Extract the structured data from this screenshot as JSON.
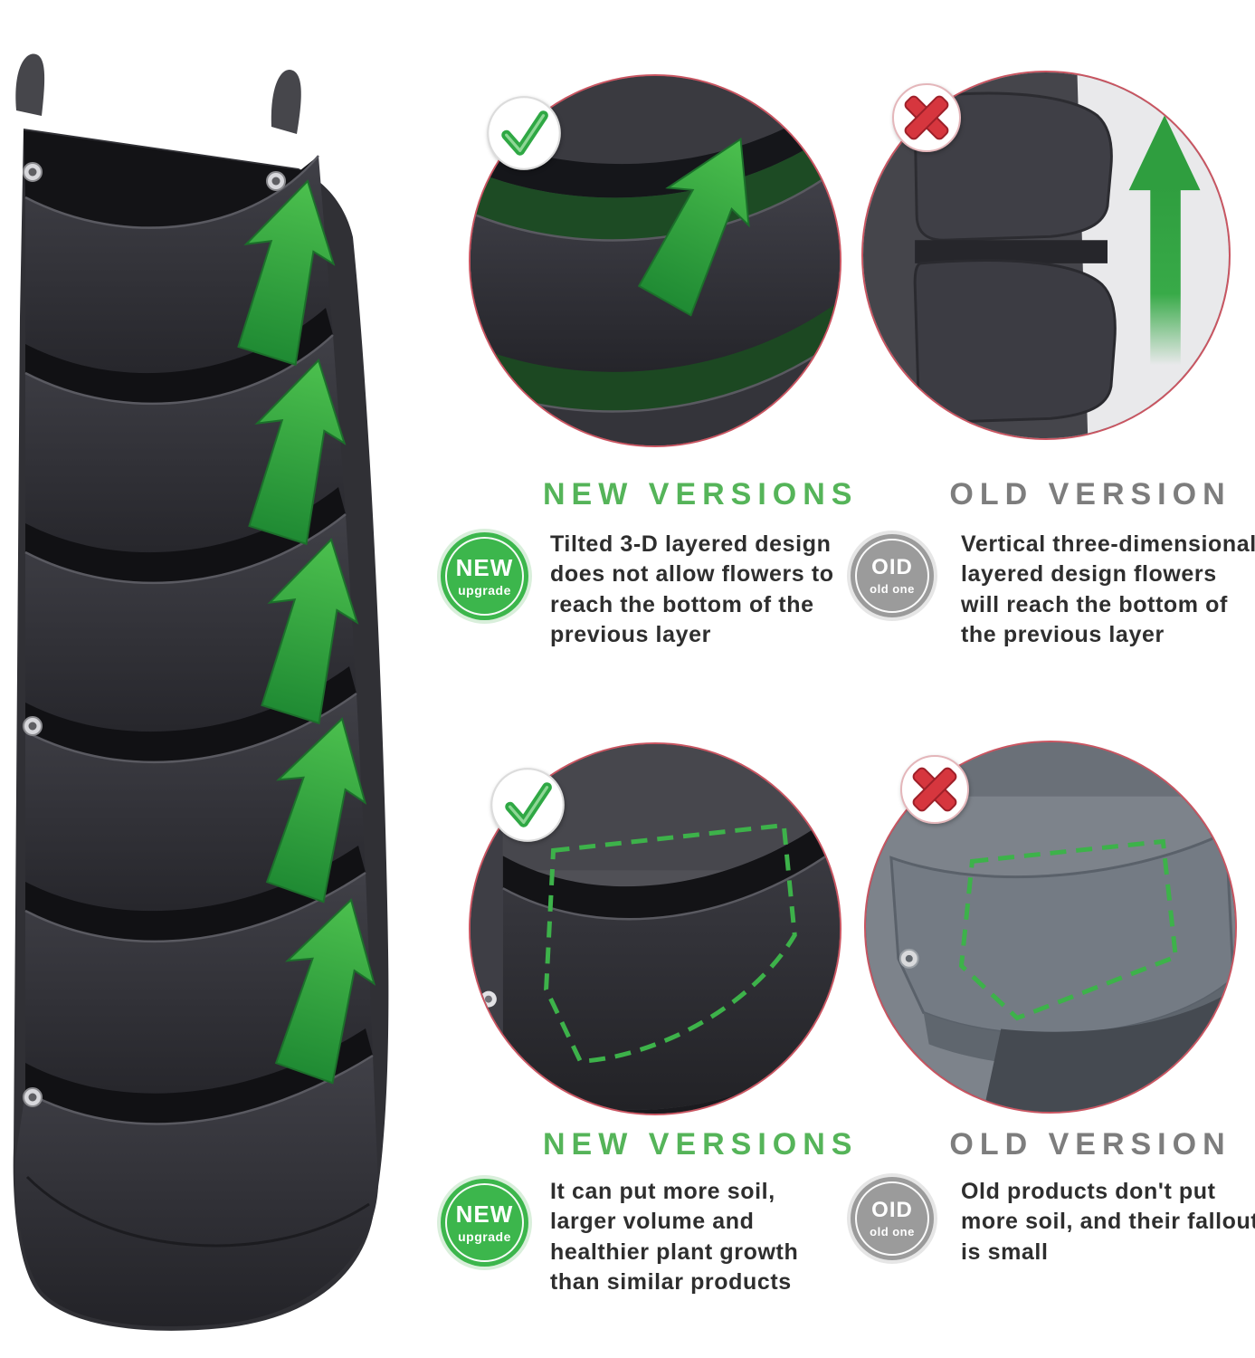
{
  "page": {
    "background": "#ffffff"
  },
  "colors": {
    "accent_green": "#3cb54a",
    "heading_green": "#55b459",
    "heading_gray": "#7d7d7d",
    "body_text": "#2e2e2e",
    "circle_ring_red": "#c95561",
    "badge_green": "#3cb64c",
    "badge_gray": "#9b9b9b",
    "cross_red": "#d6363e"
  },
  "icons": {
    "check": "check-icon",
    "cross": "x-icon",
    "arrow": "arrow-up-icon",
    "grommet": "grommet-icon"
  },
  "comparison_top": {
    "new": {
      "heading": "NEW VERSIONS",
      "badge_title": "NEW",
      "badge_subtitle": "upgrade",
      "description": "Tilted 3-D layered design does not allow flowers to reach the bottom of the previous layer"
    },
    "old": {
      "heading": "OLD VERSION",
      "badge_title": "OID",
      "badge_subtitle": "old one",
      "description": "Vertical three-dimensional layered design flowers will reach the bottom of the previous layer"
    }
  },
  "comparison_bottom": {
    "new": {
      "heading": "NEW VERSIONS",
      "badge_title": "NEW",
      "badge_subtitle": "upgrade",
      "description": "It can put more soil, larger volume and healthier plant growth than similar products"
    },
    "old": {
      "heading": "OLD VERSION",
      "badge_title": "OID",
      "badge_subtitle": "old one",
      "description": "Old products don't put more soil, and their fallout is small"
    }
  }
}
